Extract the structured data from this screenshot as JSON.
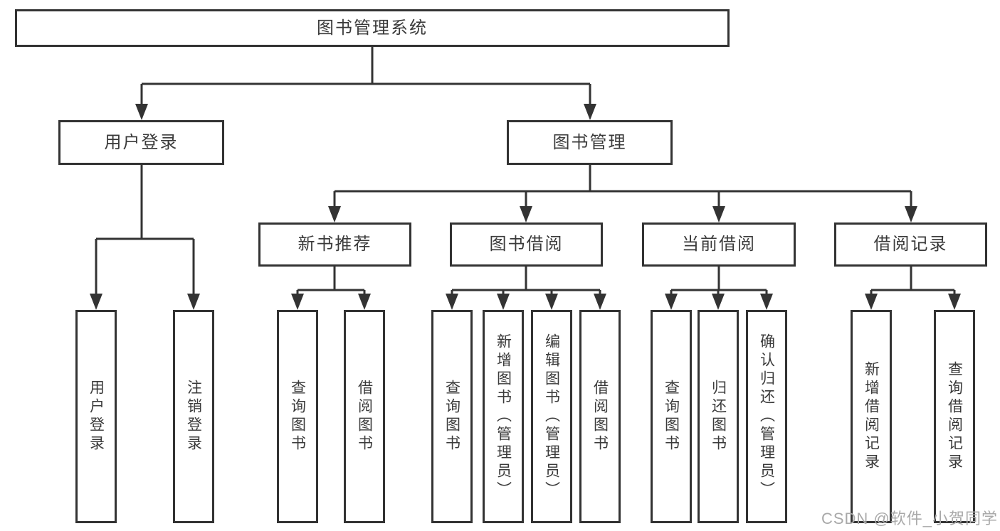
{
  "root": {
    "label": "图书管理系统"
  },
  "branch_user": {
    "label": "用户登录",
    "leaves": [
      "用户登录",
      "注销登录"
    ]
  },
  "branch_book": {
    "label": "图书管理",
    "groups": [
      {
        "label": "新书推荐",
        "leaves": [
          "查询图书",
          "借阅图书"
        ]
      },
      {
        "label": "图书借阅",
        "leaves": [
          "查询图书",
          "新增图书（管理员）",
          "编辑图书（管理员）",
          "借阅图书"
        ]
      },
      {
        "label": "当前借阅",
        "leaves": [
          "查询图书",
          "归还图书",
          "确认归还（管理员）"
        ]
      },
      {
        "label": "借阅记录",
        "leaves": [
          "新增借阅记录",
          "查询借阅记录"
        ]
      }
    ]
  },
  "watermark": "CSDN @软件_小贺同学",
  "colors": {
    "line": "#333333",
    "text": "#3a3a3a",
    "watermark": "#a9a9a9",
    "background": "#ffffff"
  }
}
